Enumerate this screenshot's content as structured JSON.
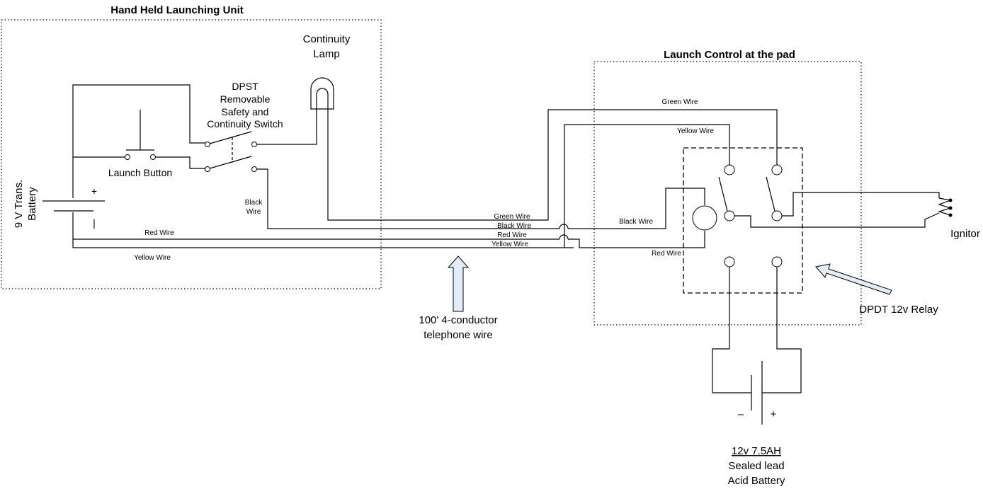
{
  "left_box": {
    "title": "Hand Held Launching Unit",
    "lamp_label": [
      "Continuity",
      "Lamp"
    ],
    "switch_label": [
      "DPST",
      "Removable",
      "Safety and",
      "Continuity Switch"
    ],
    "launch_button": "Launch Button",
    "battery_label": [
      "9 V Trans.",
      "Battery"
    ],
    "plus": "+",
    "minus": "|",
    "black_wire": [
      "Black",
      "Wire"
    ],
    "red_wire": "Red Wire",
    "yellow_wire": "Yellow Wire"
  },
  "cable": {
    "green": "Green Wire",
    "black": "Black Wire",
    "red": "Red Wire",
    "yellow": "Yellow Wire",
    "label": [
      "100' 4-conductor",
      "telephone wire"
    ]
  },
  "right_box": {
    "title": "Launch Control at the pad",
    "green_wire": "Green Wire",
    "yellow_wire": "Yellow Wire",
    "black_wire": "Black Wire",
    "red_wire": "Red Wire",
    "relay_label": "DPDT 12v Relay",
    "ignitor": "Ignitor"
  },
  "battery12": {
    "minus": "–",
    "plus": "+",
    "label": [
      "12v 7.5AH",
      "Sealed lead",
      "Acid Battery"
    ]
  },
  "colors": {
    "arrow_fill": "#e4ecf7",
    "arrow_stroke": "#000000"
  }
}
